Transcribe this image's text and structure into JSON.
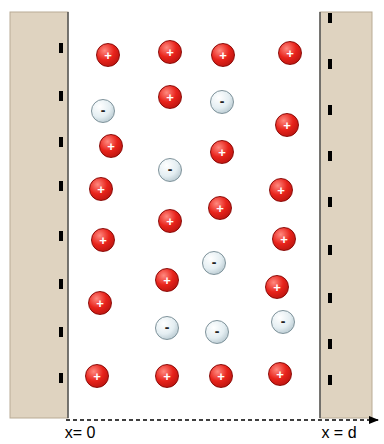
{
  "diagram": {
    "nodes": [
      {
        "text": [
          "+"
        ]
      },
      {
        "text": [
          "+"
        ]
      },
      {
        "text": [
          "+"
        ]
      },
      {
        "text": [
          "+"
        ]
      },
      {
        "text": [
          "+"
        ]
      },
      {
        "text": [
          "-"
        ]
      },
      {
        "text": [
          "-"
        ]
      },
      {
        "text": [
          "+"
        ]
      },
      {
        "text": [
          "+"
        ]
      },
      {
        "text": [
          "+"
        ]
      },
      {
        "text": [
          "-"
        ]
      },
      {
        "text": [
          "+"
        ]
      },
      {
        "text": [
          "+"
        ]
      },
      {
        "text": [
          "+"
        ]
      },
      {
        "text": [
          "+"
        ]
      },
      {
        "text": [
          "+"
        ]
      },
      {
        "text": [
          "-"
        ]
      },
      {
        "text": [
          "+"
        ]
      },
      {
        "text": [
          "+"
        ]
      },
      {
        "text": [
          "+"
        ]
      },
      {
        "text": [
          "-"
        ]
      },
      {
        "text": [
          "-"
        ]
      },
      {
        "text": [
          "+"
        ]
      },
      {
        "text": [
          "+"
        ]
      },
      {
        "text": [
          "+"
        ]
      },
      {
        "text": [
          "+"
        ]
      },
      {
        "text": [
          "+"
        ]
      },
      {
        "text": [
          "-"
        ]
      }
    ],
    "labels": [
      "x= 0",
      "x = d"
    ]
  }
}
